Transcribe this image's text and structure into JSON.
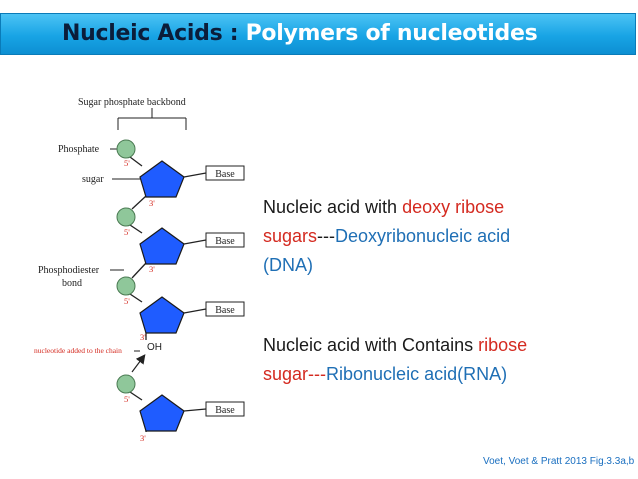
{
  "title": {
    "part1": "Nucleic Acids :",
    "part2": "Polymers of nucleotides"
  },
  "diagram": {
    "backbone_label": "Sugar phosphate backbond",
    "phosphate_label": "Phosphate",
    "sugar_label": "sugar",
    "phosphodiester_label_1": "Phosphodiester",
    "phosphodiester_label_2": "bond",
    "added_label": "nucleotide added to the chain",
    "base_label": "Base",
    "five_prime": "5'",
    "three_prime": "3'",
    "oh_label": "OH"
  },
  "text1": {
    "a": "Nucleic acid with ",
    "b": "deoxy ribose",
    "c": "sugars",
    "d": "---",
    "e": "Deoxyribonucleic acid",
    "f": "(DNA)"
  },
  "text2": {
    "a": "Nucleic acid with Contains ",
    "b": "ribose",
    "c": "sugar---",
    "d": "Ribonucleic acid(RNA)"
  },
  "citation": "Voet, Voet & Pratt 2013 Fig.3.3a,b",
  "colors": {
    "title_bar": "#18a4e5",
    "phosphate": "#8fc79a",
    "sugar": "#1f5cff",
    "red": "#d42a20",
    "blue": "#1f6fb5"
  }
}
